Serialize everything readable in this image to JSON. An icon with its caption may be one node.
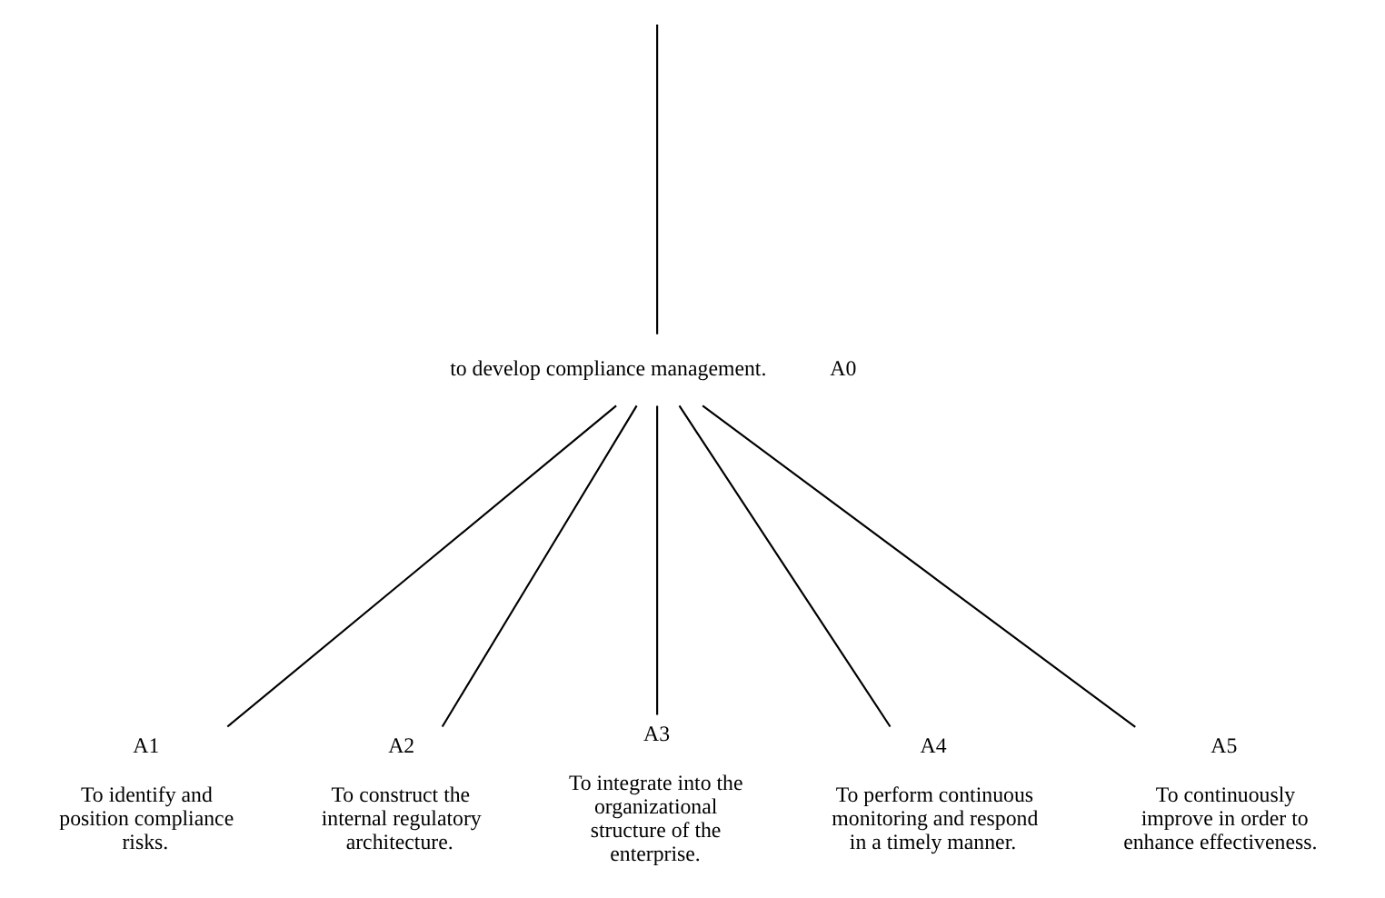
{
  "diagram": {
    "nodes": [
      {
        "text": [
          "A0"
        ],
        "beside": [
          "to develop compliance management."
        ]
      },
      {
        "text": [
          "A1"
        ],
        "beside": [
          "To identify and position compliance risks."
        ]
      },
      {
        "text": [
          "A2"
        ],
        "beside": [
          "To construct the internal regulatory architecture."
        ]
      },
      {
        "text": [
          "A3"
        ],
        "beside": [
          "To integrate into the organizational structure of the enterprise."
        ]
      },
      {
        "text": [
          "A4"
        ],
        "beside": [
          "To perform continuous monitoring and respond in a timely manner."
        ]
      },
      {
        "text": [
          "A5"
        ],
        "beside": [
          "To continuously improve in order to enhance effectiveness."
        ]
      }
    ],
    "edges": [
      {
        "from": null,
        "to": 0,
        "arrow": "none"
      },
      {
        "from": 0,
        "to": 1,
        "arrow": "none"
      },
      {
        "from": 0,
        "to": 2,
        "arrow": "none"
      },
      {
        "from": 0,
        "to": 3,
        "arrow": "none"
      },
      {
        "from": 0,
        "to": 4,
        "arrow": "none"
      },
      {
        "from": 0,
        "to": 5,
        "arrow": "none"
      }
    ]
  }
}
